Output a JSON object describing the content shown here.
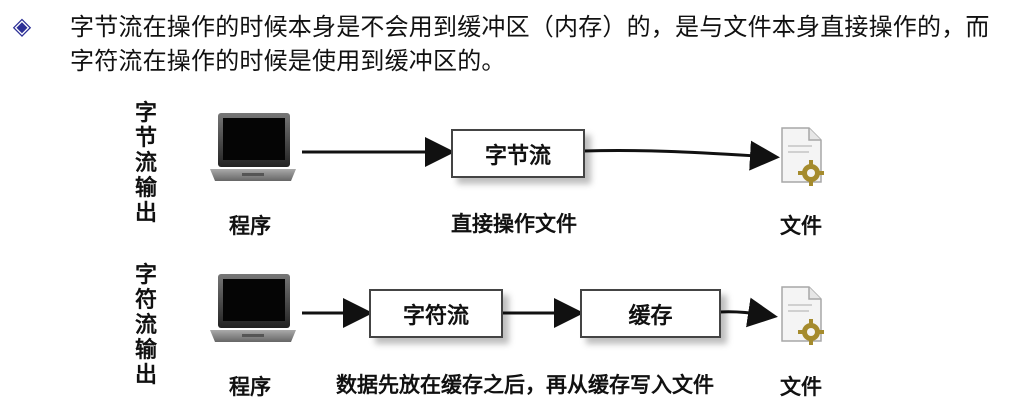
{
  "intro": {
    "bullet_icon": "diamond-bullet-icon",
    "text": "字节流在操作的时候本身是不会用到缓冲区（内存）的，是与文件本身直接操作的，而字符流在操作的时候是使用到缓冲区的。"
  },
  "byte_stream": {
    "side_label": "字\n节\n流\n输\n出",
    "program_label": "程序",
    "box_label": "字节流",
    "middle_caption": "直接操作文件",
    "file_label": "文件"
  },
  "char_stream": {
    "side_label": "字\n符\n流\n输\n出",
    "program_label": "程序",
    "box1_label": "字符流",
    "box2_label": "缓存",
    "middle_caption": "数据先放在缓存之后，再从缓存写入文件",
    "file_label": "文件"
  },
  "colors": {
    "bullet": "#2c2f96",
    "text": "#111111",
    "box_border": "#444444",
    "arrow": "#111111",
    "gear": "#a58b2d"
  }
}
